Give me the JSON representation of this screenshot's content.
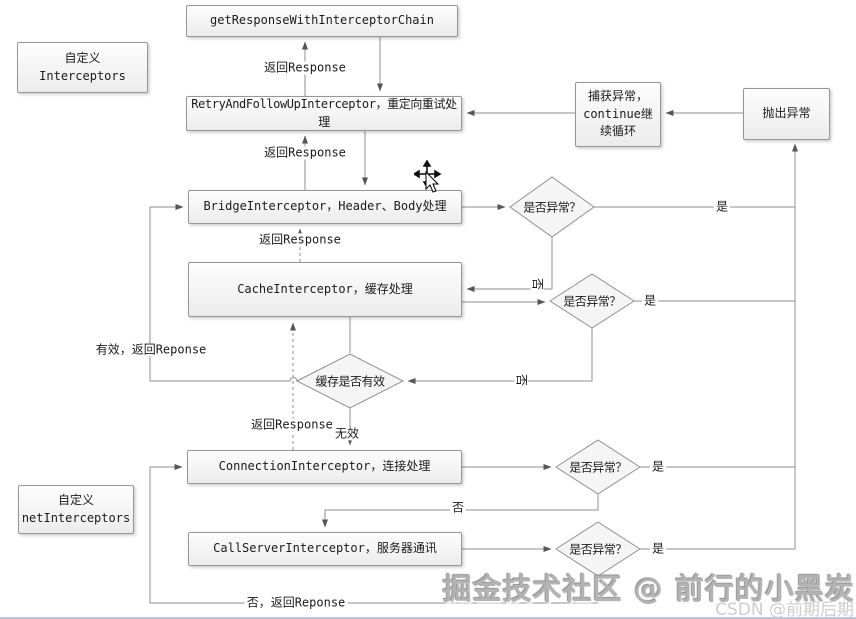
{
  "boxes": {
    "getResponse": "getResponseWithInterceptorChain",
    "customInterceptors": "自定义Interceptors",
    "retry": "RetryAndFollowUpInterceptor，重定向重试处理",
    "catchException": "捕获异常，\ncontinue继\n续循环",
    "throwException": "抛出异常",
    "bridge": "BridgeInterceptor，Header、Body处理",
    "cache": "CacheInterceptor，缓存处理",
    "connection": "ConnectionInterceptor，连接处理",
    "customNetInterceptors": "自定义\nnetInterceptors",
    "callServer": "CallServerInterceptor，服务器通讯"
  },
  "decisions": {
    "afterBridge": "是否异常？",
    "afterCache": "是否异常？",
    "cacheValid": "缓存是否有效",
    "afterConnection": "是否异常？",
    "afterCallServer": "是否异常？"
  },
  "edgeLabels": {
    "returnResponse1": "返回Response",
    "returnResponse2": "返回Response",
    "returnResponse3": "返回Response",
    "returnResponse4": "返回Response",
    "validReturn": "有效，返回Reponse",
    "invalid": "无效",
    "noReturn": "否，返回Reponse",
    "yes1": "是",
    "yes2": "是",
    "yes3": "是",
    "yes4": "是",
    "no1": "否",
    "no2": "否",
    "no3": "否"
  },
  "watermarks": {
    "juejin": "掘金技术社区 @ 前行的小黑炭",
    "csdn": "CSDN @前期后期"
  },
  "colors": {
    "line": "#8f8f8f",
    "boxBorder": "#979797",
    "diamondFill": "#f5f5f5",
    "text": "#1b1b1b",
    "watermark": "#b3b3b3"
  }
}
